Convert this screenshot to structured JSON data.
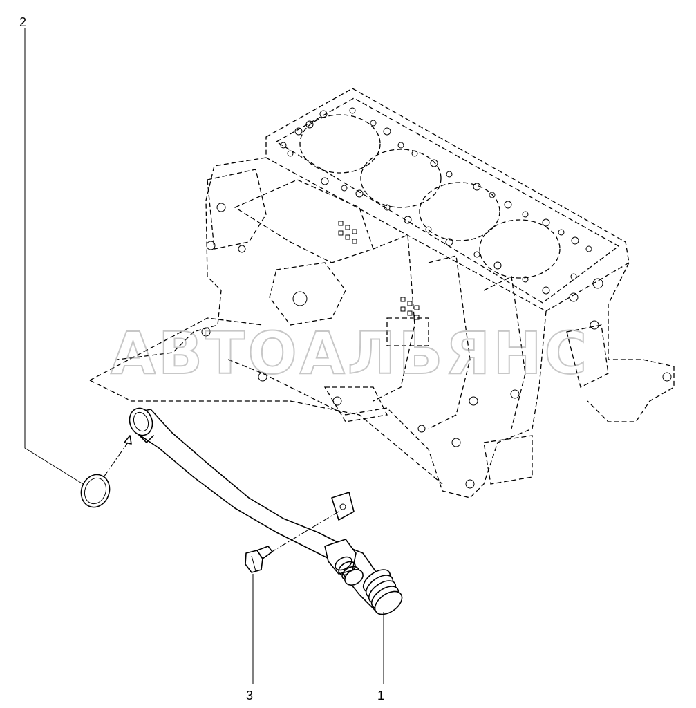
{
  "callouts": {
    "c1": "1",
    "c2": "2",
    "c3": "3"
  },
  "watermark": "АВТОАЛЬЯНС",
  "parts": [
    {
      "number": "1",
      "name": "pipe-icon"
    },
    {
      "number": "2",
      "name": "o-ring-icon"
    },
    {
      "number": "3",
      "name": "bolt-icon"
    }
  ]
}
